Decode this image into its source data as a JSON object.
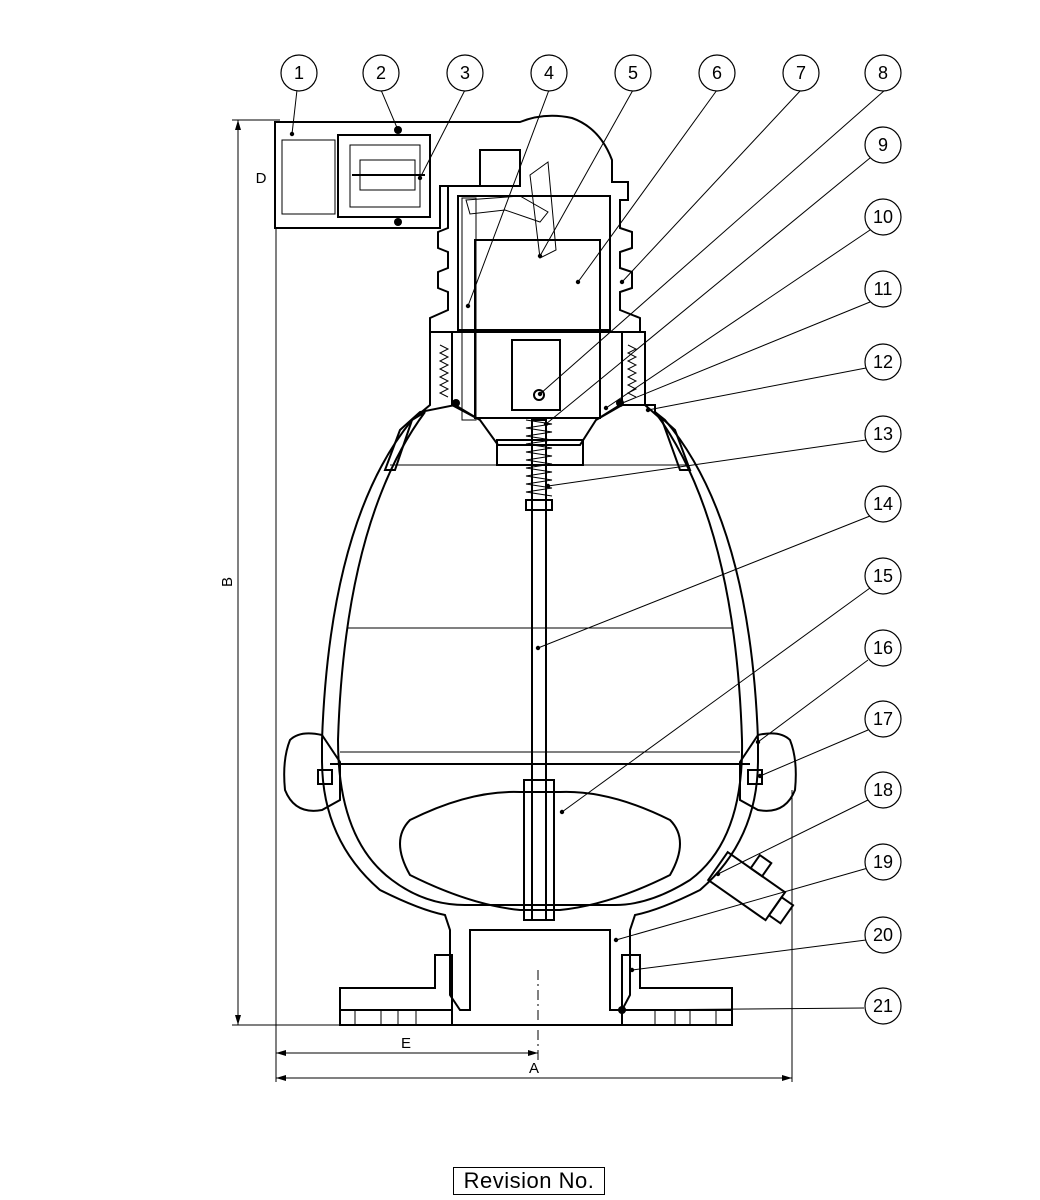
{
  "balloons": [
    "1",
    "2",
    "3",
    "4",
    "5",
    "6",
    "7",
    "8",
    "9",
    "10",
    "11",
    "12",
    "13",
    "14",
    "15",
    "16",
    "17",
    "18",
    "19",
    "20",
    "21"
  ],
  "dimensions": {
    "overall_width": "A",
    "overall_height": "B",
    "inlet_label": "D",
    "half_width": "E"
  },
  "footer": {
    "revision_label": "Revision No."
  }
}
